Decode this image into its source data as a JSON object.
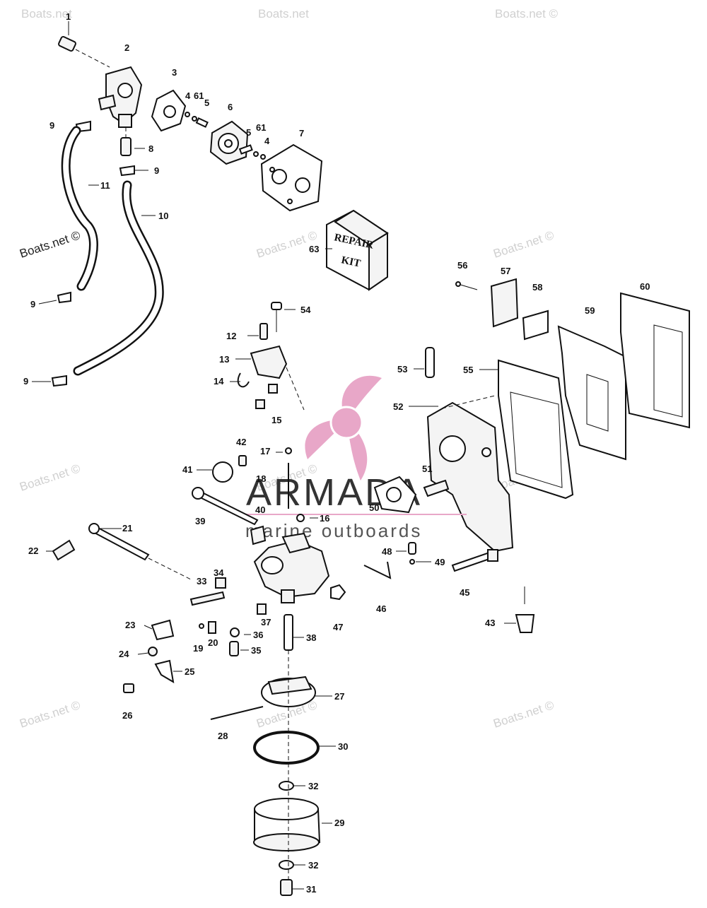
{
  "watermarks": {
    "site": "Boats.net",
    "site_copyright": "Boats.net ©"
  },
  "logo": {
    "brand": "ARMADA",
    "tagline": "marine outboards",
    "color": "#e8a7c8"
  },
  "repair_kit": {
    "line1": "REPAIR",
    "line2": "KIT"
  },
  "callouts": [
    {
      "id": "1",
      "text": "1"
    },
    {
      "id": "2",
      "text": "2"
    },
    {
      "id": "3",
      "text": "3"
    },
    {
      "id": "4a",
      "text": "4"
    },
    {
      "id": "61a",
      "text": "61"
    },
    {
      "id": "5a",
      "text": "5"
    },
    {
      "id": "6",
      "text": "6"
    },
    {
      "id": "5b",
      "text": "5"
    },
    {
      "id": "61b",
      "text": "61"
    },
    {
      "id": "4b",
      "text": "4"
    },
    {
      "id": "7",
      "text": "7"
    },
    {
      "id": "8",
      "text": "8"
    },
    {
      "id": "9a",
      "text": "9"
    },
    {
      "id": "9b",
      "text": "9"
    },
    {
      "id": "11",
      "text": "11"
    },
    {
      "id": "10",
      "text": "10"
    },
    {
      "id": "9c",
      "text": "9"
    },
    {
      "id": "9d",
      "text": "9"
    },
    {
      "id": "63",
      "text": "63"
    },
    {
      "id": "56",
      "text": "56"
    },
    {
      "id": "57",
      "text": "57"
    },
    {
      "id": "58",
      "text": "58"
    },
    {
      "id": "59",
      "text": "59"
    },
    {
      "id": "60",
      "text": "60"
    },
    {
      "id": "54",
      "text": "54"
    },
    {
      "id": "12",
      "text": "12"
    },
    {
      "id": "13",
      "text": "13"
    },
    {
      "id": "14",
      "text": "14"
    },
    {
      "id": "15",
      "text": "15"
    },
    {
      "id": "53",
      "text": "53"
    },
    {
      "id": "55",
      "text": "55"
    },
    {
      "id": "52",
      "text": "52"
    },
    {
      "id": "42",
      "text": "42"
    },
    {
      "id": "17",
      "text": "17"
    },
    {
      "id": "41",
      "text": "41"
    },
    {
      "id": "18",
      "text": "18"
    },
    {
      "id": "51",
      "text": "51"
    },
    {
      "id": "40",
      "text": "40"
    },
    {
      "id": "50",
      "text": "50"
    },
    {
      "id": "39",
      "text": "39"
    },
    {
      "id": "16",
      "text": "16"
    },
    {
      "id": "21",
      "text": "21"
    },
    {
      "id": "22",
      "text": "22"
    },
    {
      "id": "48",
      "text": "48"
    },
    {
      "id": "49",
      "text": "49"
    },
    {
      "id": "34",
      "text": "34"
    },
    {
      "id": "33",
      "text": "33"
    },
    {
      "id": "45",
      "text": "45"
    },
    {
      "id": "46",
      "text": "46"
    },
    {
      "id": "47",
      "text": "47"
    },
    {
      "id": "37",
      "text": "37"
    },
    {
      "id": "43",
      "text": "43"
    },
    {
      "id": "23",
      "text": "23"
    },
    {
      "id": "36",
      "text": "36"
    },
    {
      "id": "38",
      "text": "38"
    },
    {
      "id": "19",
      "text": "19"
    },
    {
      "id": "20",
      "text": "20"
    },
    {
      "id": "35",
      "text": "35"
    },
    {
      "id": "24",
      "text": "24"
    },
    {
      "id": "25",
      "text": "25"
    },
    {
      "id": "27",
      "text": "27"
    },
    {
      "id": "26",
      "text": "26"
    },
    {
      "id": "28",
      "text": "28"
    },
    {
      "id": "30",
      "text": "30"
    },
    {
      "id": "32a",
      "text": "32"
    },
    {
      "id": "29",
      "text": "29"
    },
    {
      "id": "32b",
      "text": "32"
    },
    {
      "id": "31",
      "text": "31"
    }
  ]
}
